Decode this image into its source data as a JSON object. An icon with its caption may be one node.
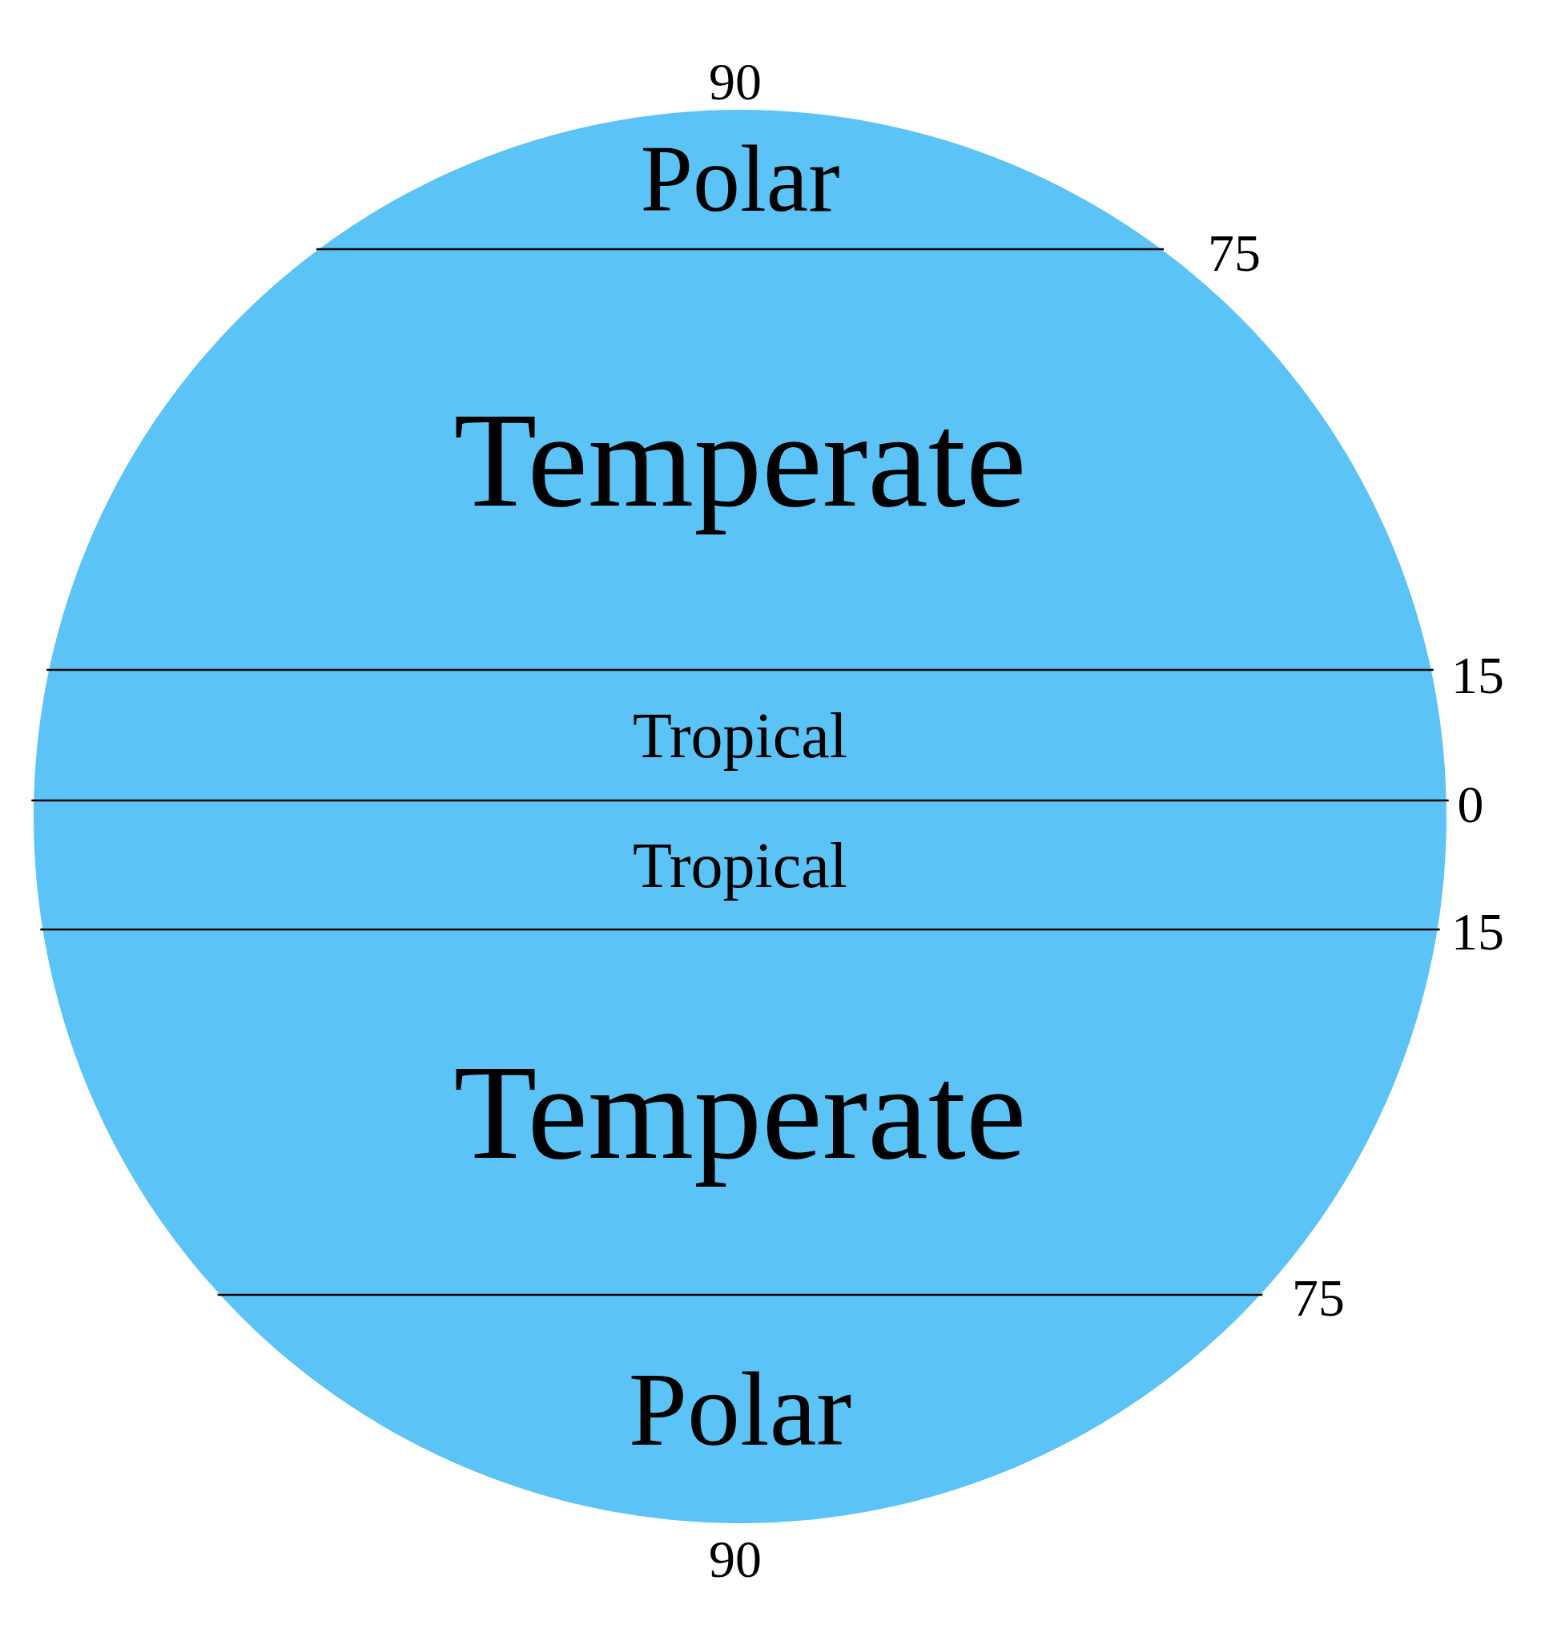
{
  "diagram": {
    "nodes": [
      {
        "text": [
          "Polar"
        ]
      },
      {
        "text": [
          "Temperate"
        ]
      },
      {
        "text": [
          "Tropical"
        ]
      },
      {
        "text": [
          "Tropical"
        ]
      },
      {
        "text": [
          "Temperate"
        ]
      },
      {
        "text": [
          "Polar"
        ]
      }
    ],
    "labels": [
      "90",
      "75",
      "15",
      "0",
      "15",
      "75",
      "90"
    ]
  }
}
